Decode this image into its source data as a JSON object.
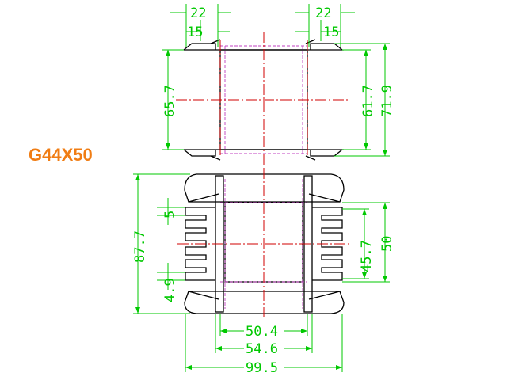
{
  "title": "G44X50",
  "colors": {
    "outline": "#000000",
    "dimension": "#00c800",
    "centerline": "#d00000",
    "hidden": "#c040c0",
    "title": "#f07d14"
  },
  "dimensions": {
    "top_left_22": "22",
    "top_left_15": "15",
    "top_right_22": "22",
    "top_right_15": "15",
    "top_height": "65.7",
    "inner_height": "61.7",
    "outer_height": "71.9",
    "fin_pitch": "5",
    "total_height": "87.7",
    "fin_gap": "4.9",
    "window_height": "45.7",
    "side_height": "50",
    "width_inner": "50.4",
    "width_middle": "54.6",
    "width_total": "99.5"
  }
}
